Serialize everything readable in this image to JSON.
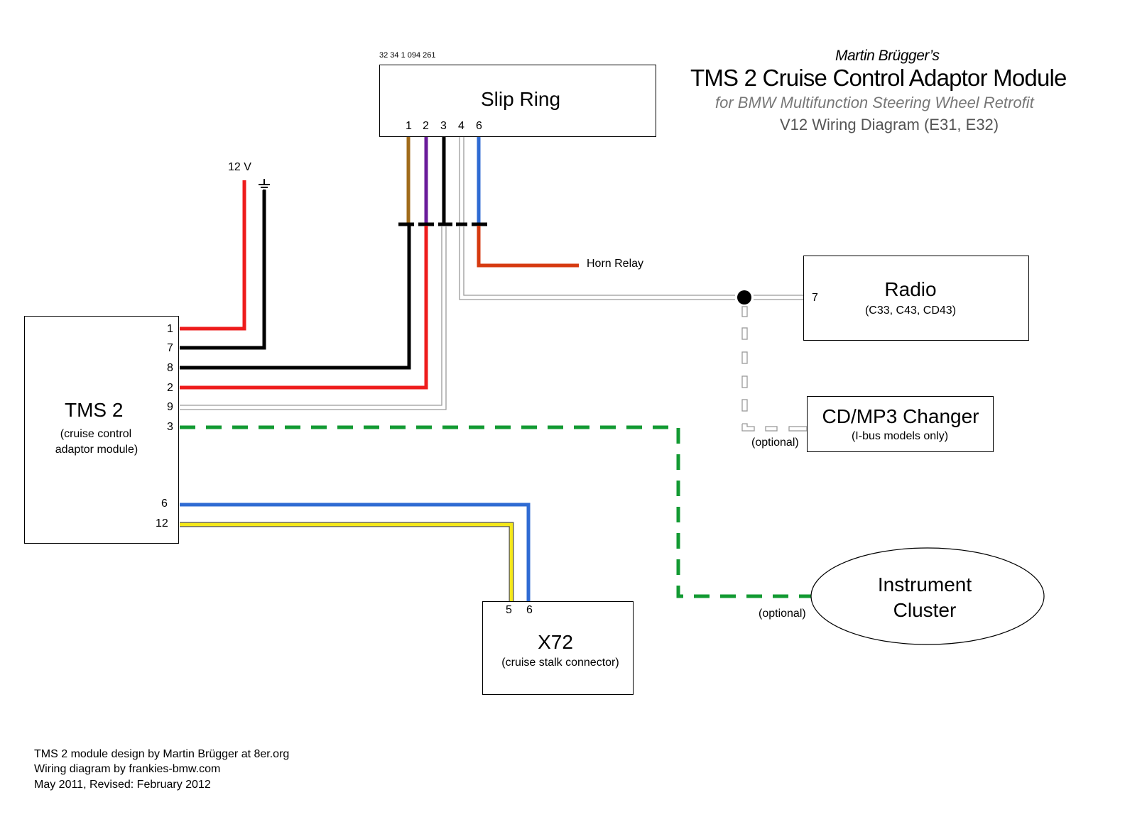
{
  "title": {
    "author": "Martin Brügger’s",
    "main": "TMS 2 Cruise Control Adaptor Module",
    "sub": "for BMW Multifunction Steering Wheel Retrofit",
    "variant": "V12 Wiring Diagram (E31, E32)"
  },
  "slip_ring": {
    "part_number": "32 34 1 094 261",
    "label": "Slip Ring",
    "pins": [
      "1",
      "2",
      "3",
      "4",
      "6"
    ]
  },
  "power": {
    "voltage_label": "12 V",
    "ground_symbol": "ground-icon"
  },
  "tms": {
    "label": "TMS 2",
    "desc_line1": "(cruise control",
    "desc_line2": "adaptor module)",
    "pins": [
      "1",
      "7",
      "8",
      "2",
      "9",
      "3",
      "6",
      "12"
    ]
  },
  "horn": {
    "label": "Horn Relay"
  },
  "radio": {
    "label": "Radio",
    "desc": "(C33, C43, CD43)",
    "pin": "7"
  },
  "changer": {
    "label": "CD/MP3 Changer",
    "desc": "(I-bus models only)",
    "optional": "(optional)"
  },
  "cluster": {
    "label_line1": "Instrument",
    "label_line2": "Cluster",
    "optional": "(optional)"
  },
  "x72": {
    "label": "X72",
    "desc": "(cruise stalk connector)",
    "pins": [
      "5",
      "6"
    ]
  },
  "credits": {
    "line1": "TMS 2 module design by Martin Brügger at 8er.org",
    "line2": "Wiring diagram by frankies-bmw.com",
    "line3": "May 2011, Revised: February 2012"
  },
  "wire_colors": {
    "red": "#ee1c1c",
    "black": "#000000",
    "brown": "#a06b1a",
    "purple": "#6a1b9a",
    "blue": "#2f6bd3",
    "yellow": "#f5e81a",
    "orange_red": "#d63a10",
    "green": "#129a32",
    "grey": "#9a9a9a"
  }
}
